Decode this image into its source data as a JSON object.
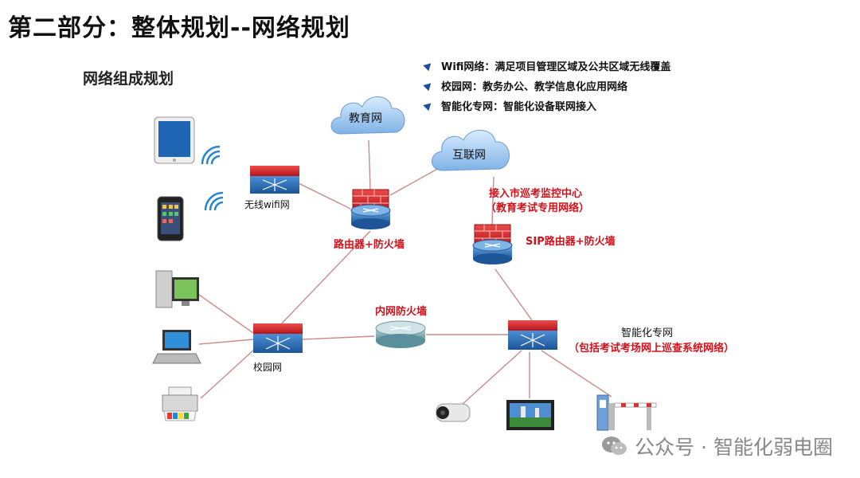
{
  "title": "第二部分：整体规划--网络规划",
  "subtitle": "网络组成规划",
  "bullets": [
    "Wifi网络：满足项目管理区域及公共区域无线覆盖",
    "校园网：教务办公、教学信息化应用网络",
    "智能化专网：智能化设备联网接入"
  ],
  "nodes": {
    "wifi_switch": "无线wifi网",
    "campus_switch": "校园网",
    "router_firewall": "路由器+防火墙",
    "sip_router": "SIP路由器+防火墙",
    "inner_firewall": "内网防火墙",
    "smart_net": "智能化专网",
    "smart_net_note": "（包括考试考场网上巡查系统网络）",
    "monitor_center_line1": "接入市巡考监控中心",
    "monitor_center_line2": "（教育考试专用网络）"
  },
  "clouds": {
    "education": "教育网",
    "internet": "互联网"
  },
  "colors": {
    "accent_red": "#d0121b",
    "link_line": "#c98a8a",
    "firewall_red": "#d8262b",
    "router_blue": "#2f73b8",
    "bullet_blue": "#1f4e9a"
  },
  "watermark": "公众号 · 智能化弱电圈"
}
